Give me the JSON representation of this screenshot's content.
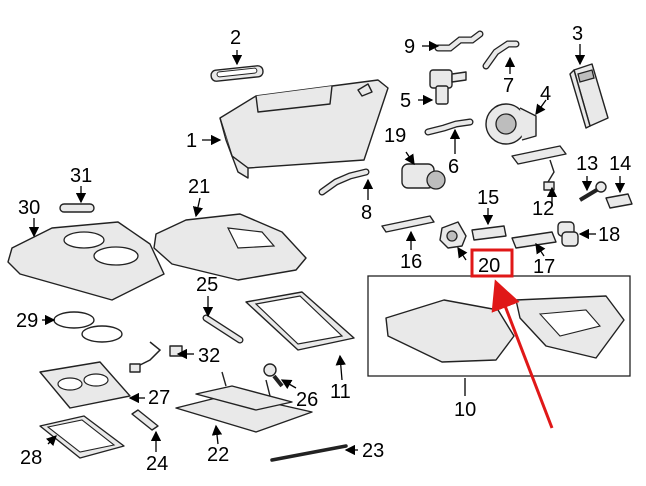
{
  "callouts": {
    "c1": "1",
    "c2": "2",
    "c3": "3",
    "c4": "4",
    "c5": "5",
    "c6": "6",
    "c7": "7",
    "c8": "8",
    "c9": "9",
    "c10": "10",
    "c11": "11",
    "c12": "12",
    "c13": "13",
    "c14": "14",
    "c15": "15",
    "c16": "16",
    "c17": "17",
    "c18": "18",
    "c19": "19",
    "c20": "20",
    "c21": "21",
    "c22": "22",
    "c23": "23",
    "c24": "24",
    "c25": "25",
    "c26": "26",
    "c27": "27",
    "c28": "28",
    "c29": "29",
    "c30": "30",
    "c31": "31",
    "c32": "32"
  },
  "highlighted_callout": "20",
  "colors": {
    "highlight": "#e01818",
    "line": "#222222"
  }
}
